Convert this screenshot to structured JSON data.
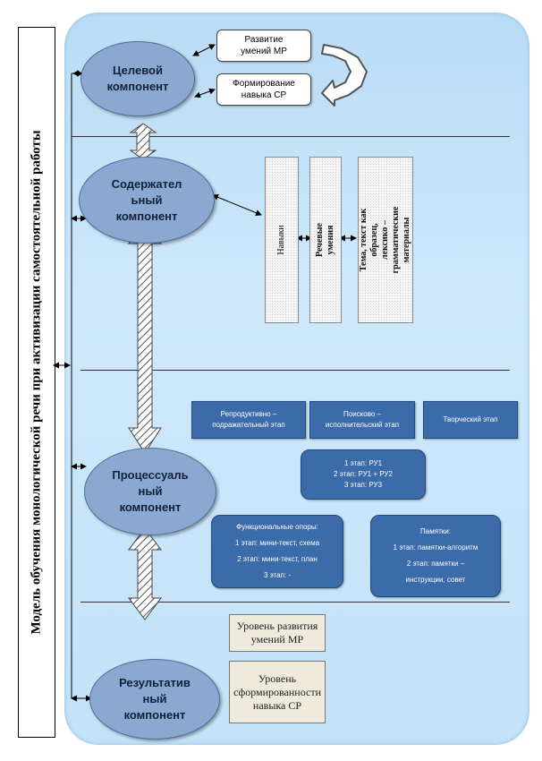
{
  "title": "Модель обучения монологической речи при активизации самостоятельной работы",
  "components": {
    "target": "Целевой\nкомпонент",
    "content": "Содержател\nьный\nкомпонент",
    "process": "Процессуаль\nный\nкомпонент",
    "result": "Результатив\nный\nкомпонент"
  },
  "target_boxes": {
    "skills_mr": "Развитие\nумений МР",
    "skill_sr": "Формирование\nнавыка СР"
  },
  "content_boxes": {
    "skills": "Навыки",
    "speech": "Речевые умения",
    "topic": "Тема, текст как образец,\nлексико – грамматические\nматериалы"
  },
  "process_stages": {
    "stage1": "Репродуктивно –\nподражательный  этап",
    "stage2": "Поисково –\nисполнительский  этап",
    "stage3": "Творческий  этап"
  },
  "ru_box": "1 этап:  РУ1\n2 этап:  РУ1 + РУ2\n3 этап:  РУ3",
  "supports_box": "Функциональные  опоры:\n1 этап:  мини-текст,  схема\n2 этап:  мини-текст,  план\n3 этап: -",
  "memos_box": "Памятки:\n1 этап:  памятки-алгоритм\n2 этап:  памятки  –\nинструкции,   совет",
  "result_boxes": {
    "level_mr": "Уровень развития\nумений МР",
    "level_sr": "Уровень\nсформированности\nнавыка СР"
  }
}
